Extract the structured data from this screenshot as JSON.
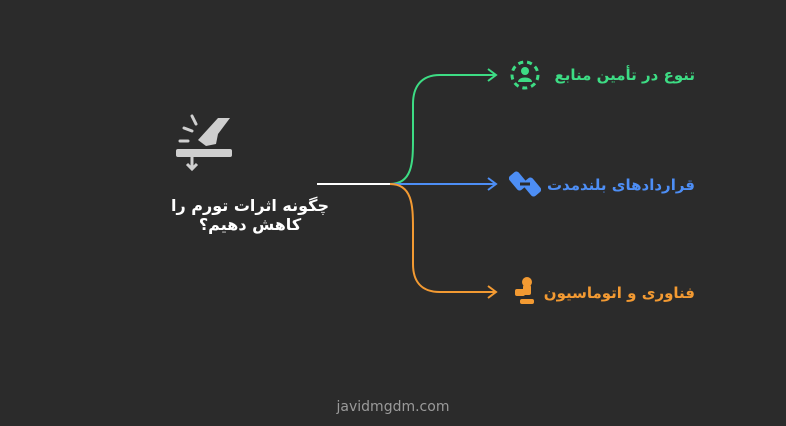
{
  "diagram": {
    "main_title": "چگونه اثرات تورم را کاهش دهیم؟",
    "branches": [
      {
        "label": "تنوع در تأمین منابع",
        "color": "#3ddc84",
        "icon": "people-network-icon"
      },
      {
        "label": "قراردادهای بلندمدت",
        "color": "#4d8ef5",
        "icon": "handshake-icon"
      },
      {
        "label": "فناوری و اتوماسیون",
        "color": "#f39a32",
        "icon": "robot-arm-icon"
      }
    ],
    "center_icon": "hand-stamp-icon",
    "connector_color": "#ffffff"
  },
  "footer": {
    "text": "javidmgdm.com"
  }
}
